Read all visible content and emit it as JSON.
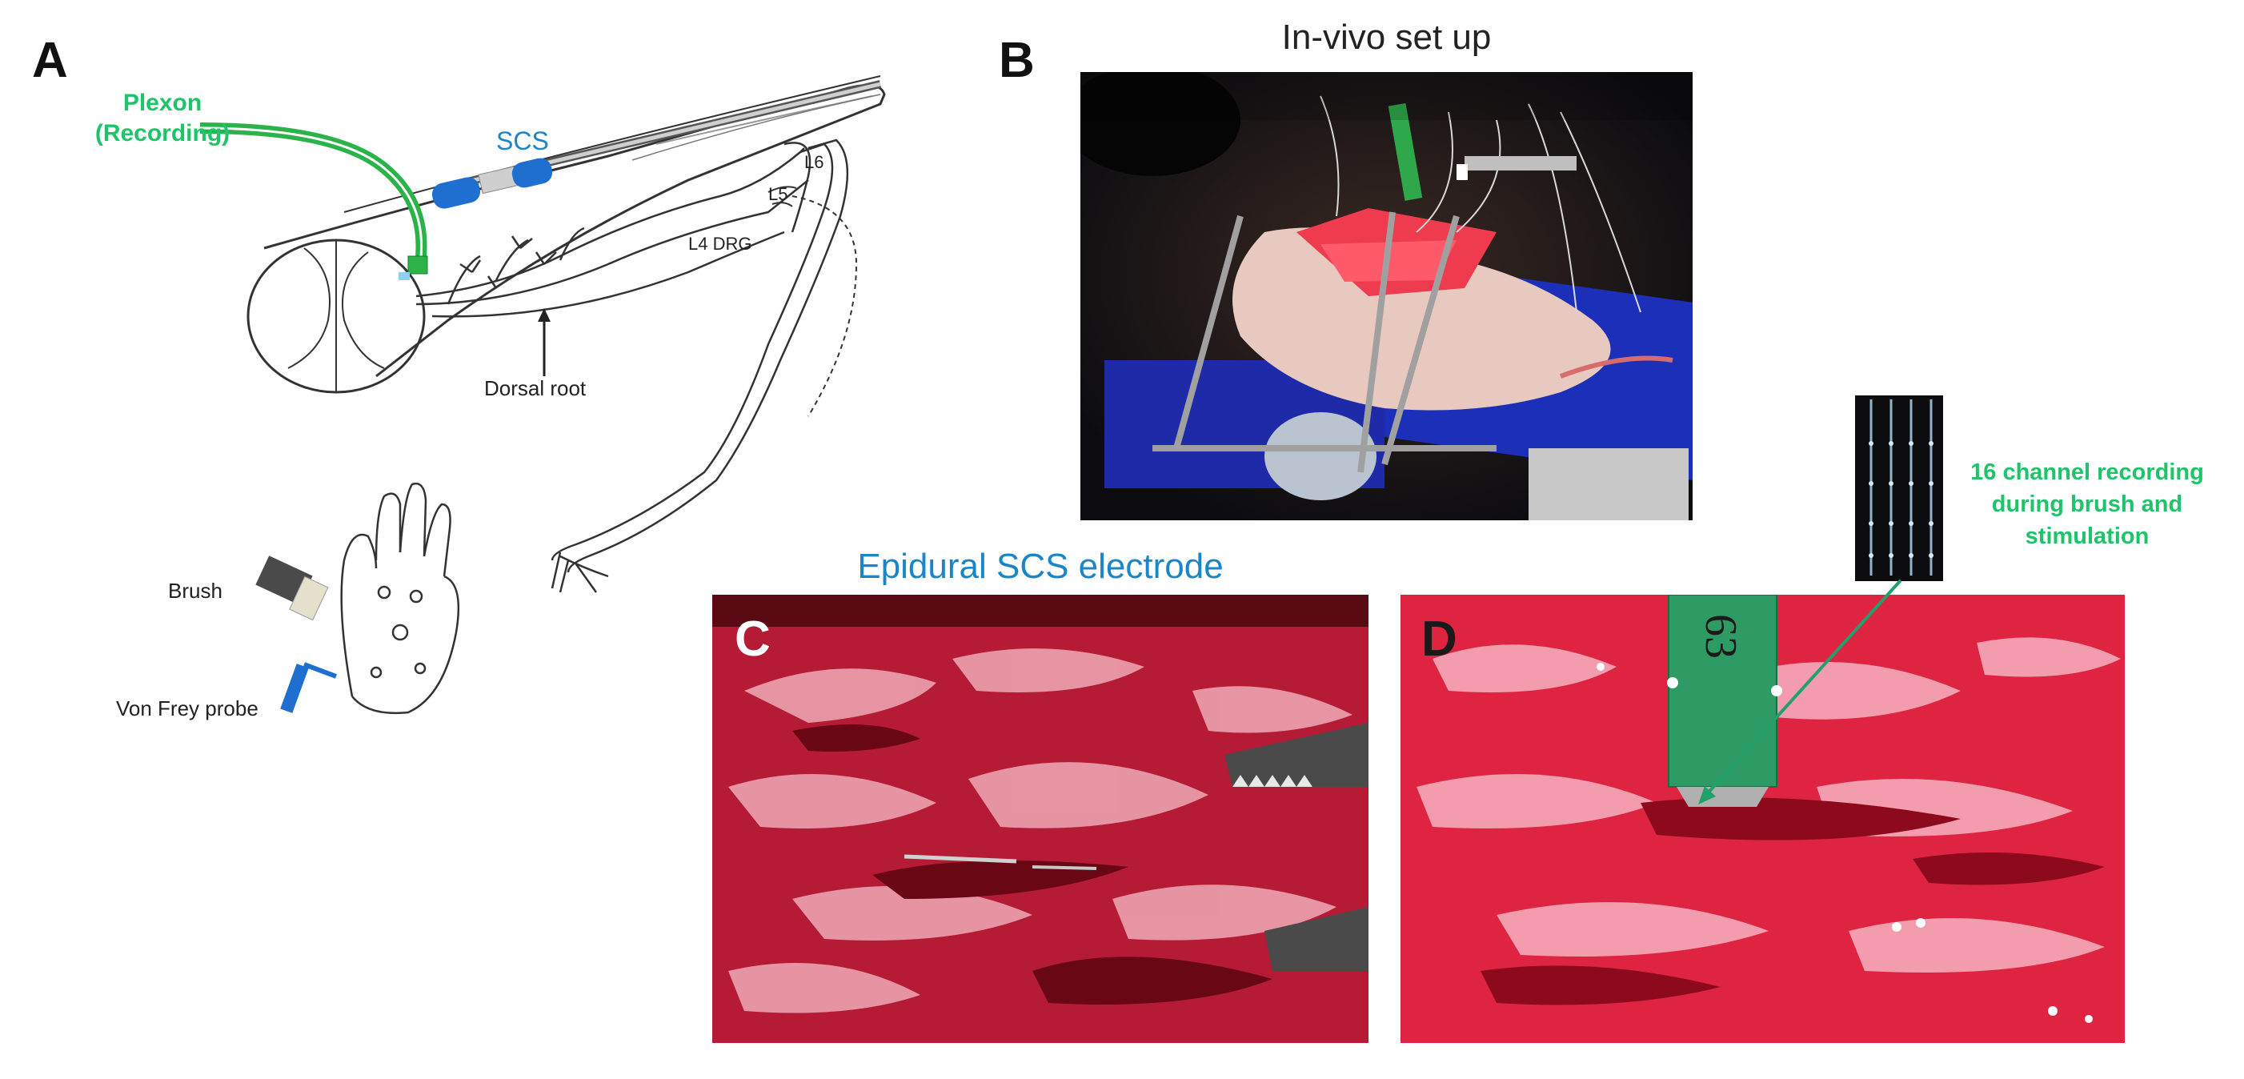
{
  "panels": {
    "a": {
      "letter": "A",
      "plexon_line1": "Plexon",
      "plexon_line2": "(Recording)",
      "scs": "SCS",
      "l6": "L6",
      "l5": "L5",
      "l4drg": "L4 DRG",
      "dorsal_root": "Dorsal root",
      "brush": "Brush",
      "von_frey": "Von Frey probe"
    },
    "b": {
      "letter": "B",
      "title": "In-vivo set up"
    },
    "c": {
      "letter": "C",
      "title": "Epidural SCS electrode"
    },
    "d": {
      "letter": "D",
      "note_line1": "16 channel recording",
      "note_line2": "during brush and",
      "note_line3": "stimulation",
      "probe_number": "63"
    }
  },
  "colors": {
    "green_label": "#1fc46a",
    "blue_label": "#1a86c8",
    "electrode_blue": "#1f6fd0",
    "plexon_green": "#2bb34a"
  },
  "icons": {
    "brush": "brush-icon",
    "von_frey": "von-frey-probe-icon",
    "paw": "rat-paw-icon"
  }
}
